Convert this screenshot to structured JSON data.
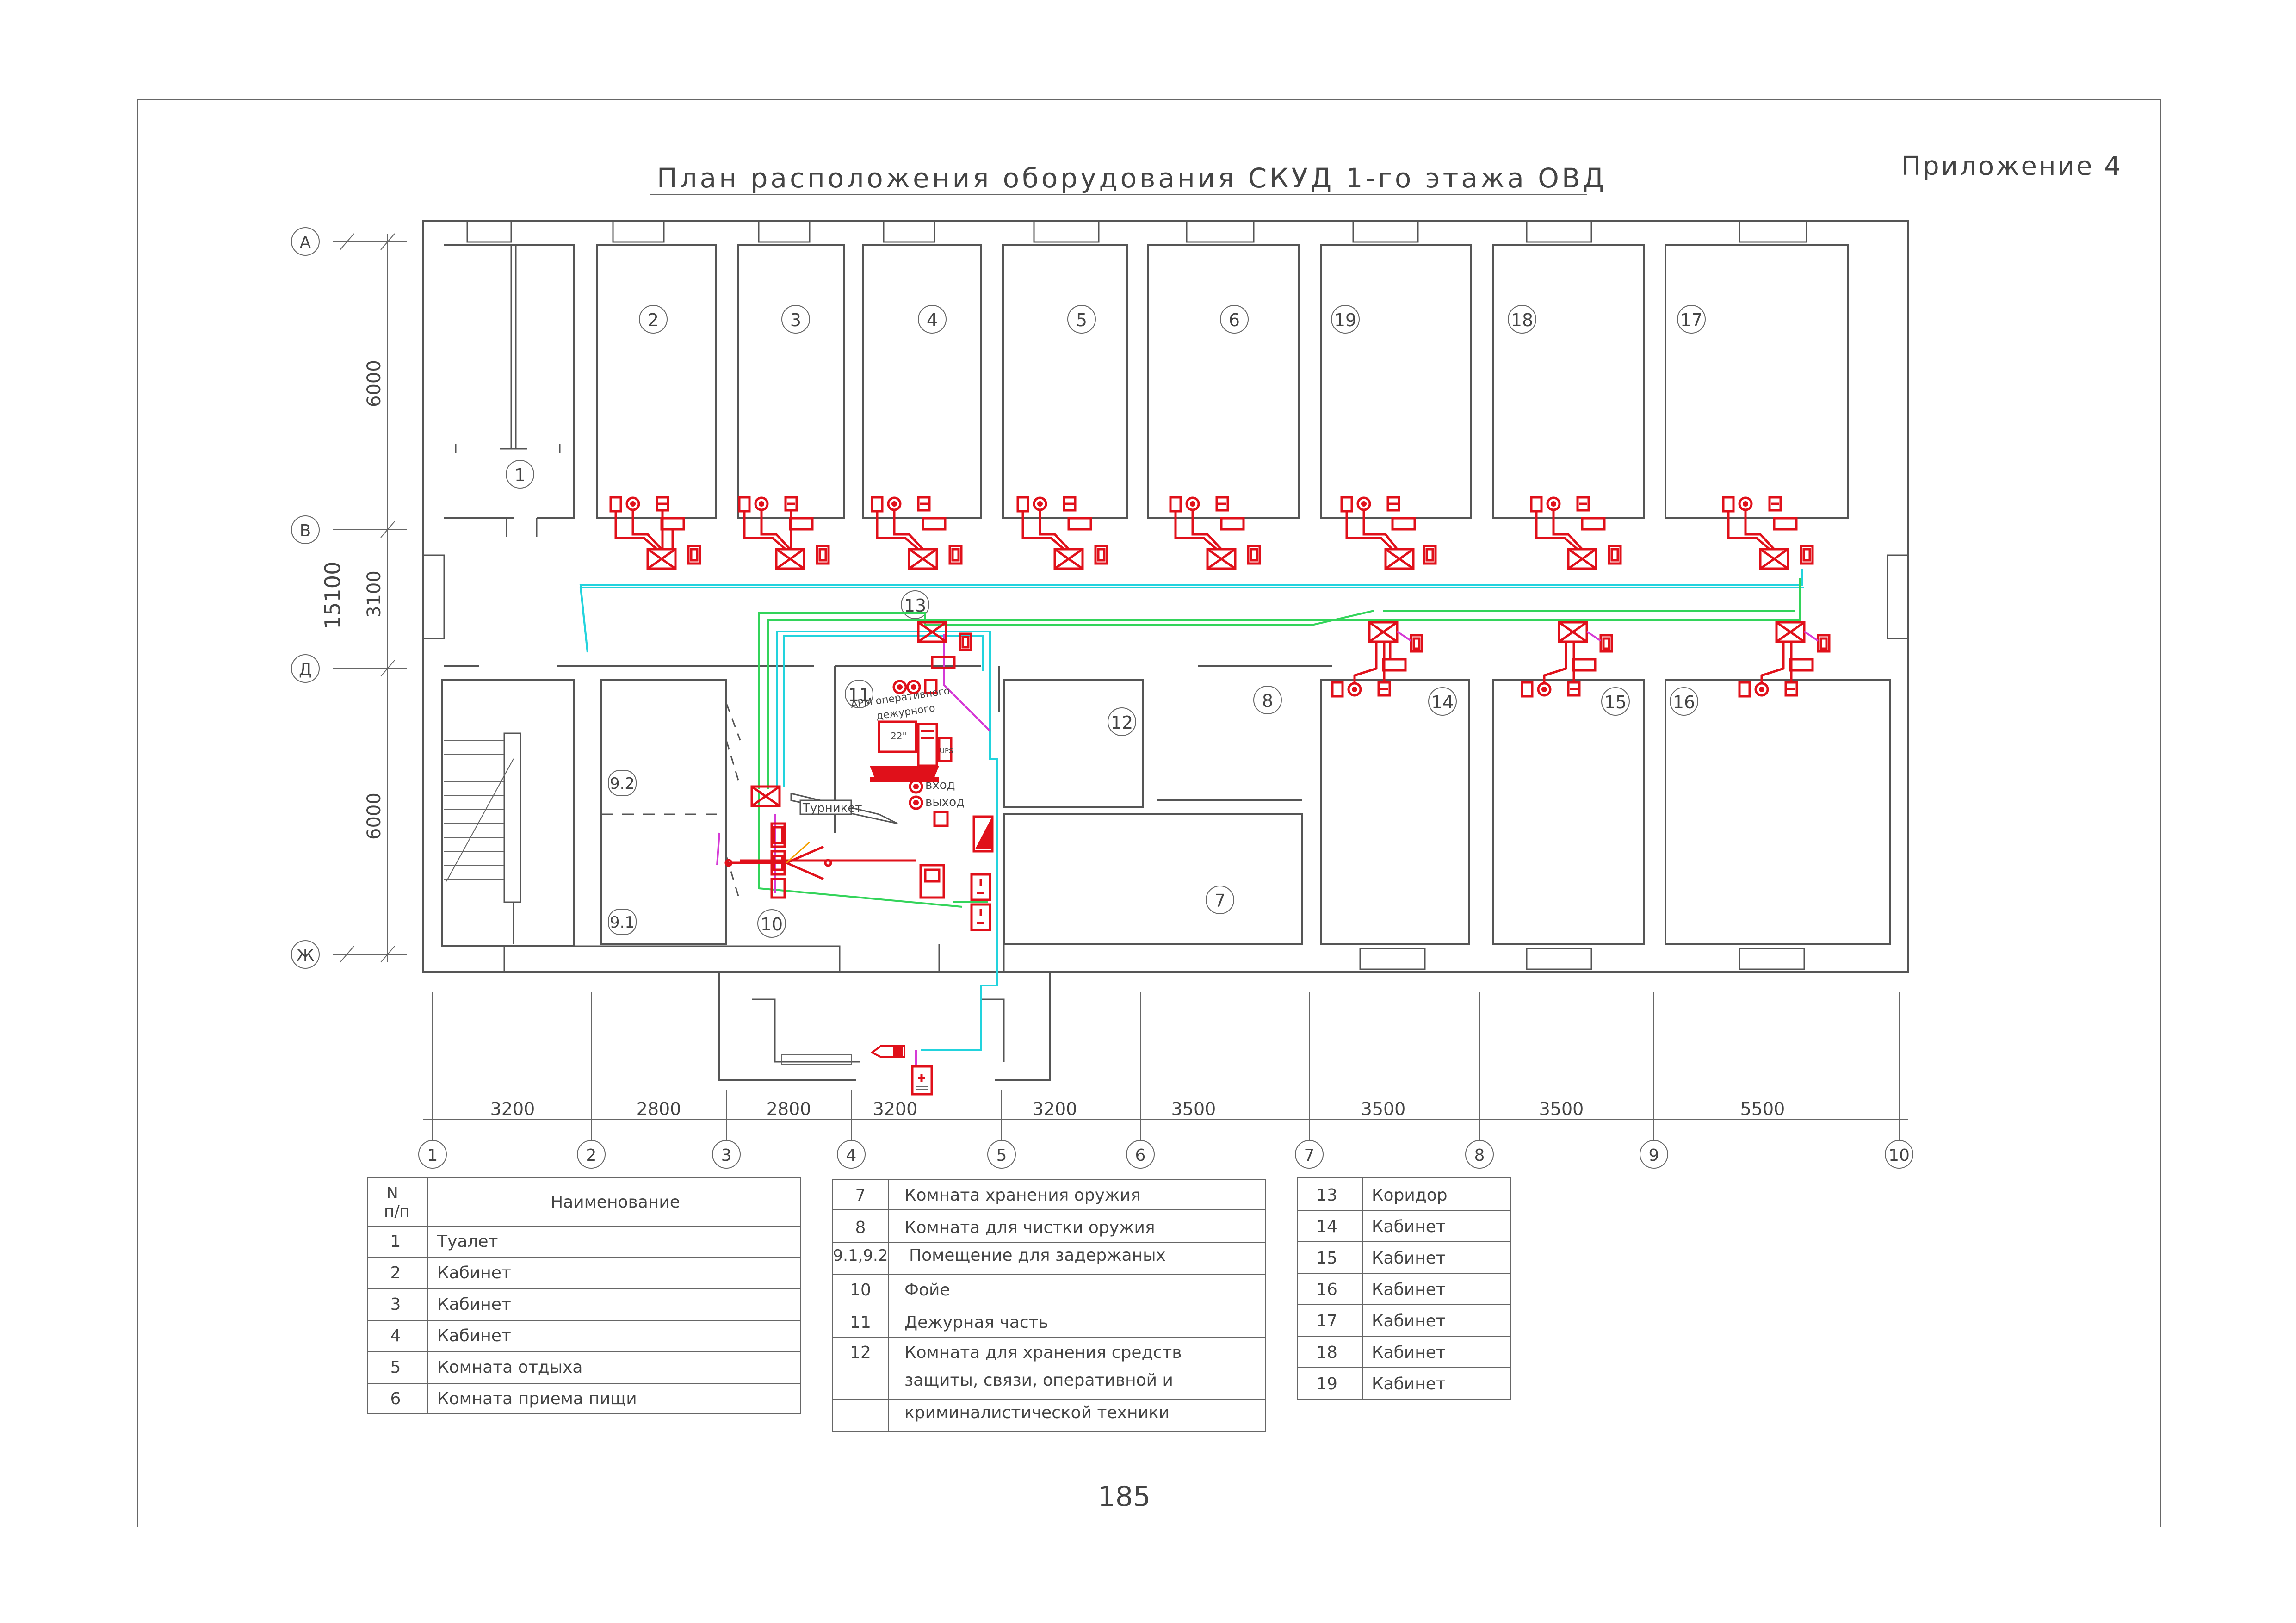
{
  "header": {
    "title": "План расположения оборудования СКУД 1-го этажа ОВД",
    "appendix": "Приложение 4"
  },
  "page_number": "185",
  "axes_letters": [
    "А",
    "В",
    "Д",
    "Ж"
  ],
  "axes_numbers": [
    "1",
    "2",
    "3",
    "4",
    "5",
    "6",
    "7",
    "8",
    "9",
    "10"
  ],
  "dimensions": {
    "vertical_total": "15100",
    "vertical_parts": [
      "6000",
      "3100",
      "6000"
    ],
    "horizontal": [
      "3200",
      "2800",
      "2800",
      "3200",
      "3200",
      "3500",
      "3500",
      "3500",
      "5500"
    ]
  },
  "room_numbers": {
    "r1": "1",
    "r2": "2",
    "r3": "3",
    "r4": "4",
    "r5": "5",
    "r6": "6",
    "r19": "19",
    "r18": "18",
    "r17": "17",
    "r13": "13",
    "r14": "14",
    "r15": "15",
    "r16": "16",
    "r12": "12",
    "r8": "8",
    "r11": "11",
    "r7": "7",
    "r10": "10",
    "r92": "9.2",
    "r91": "9.1"
  },
  "labels": {
    "arm": "АРМ оперативного",
    "arm2": "дежурного",
    "monitor": "22\"",
    "ups": "UPS",
    "entry": "вход",
    "exit": "выход",
    "turnstile": "Турникет"
  },
  "legend": {
    "header_no": "N",
    "header_np": "п/п",
    "header_name": "Наименование",
    "table1": [
      {
        "no": "1",
        "name": "Туалет"
      },
      {
        "no": "2",
        "name": "Кабинет"
      },
      {
        "no": "3",
        "name": "Кабинет"
      },
      {
        "no": "4",
        "name": "Кабинет"
      },
      {
        "no": "5",
        "name": "Комната отдыха"
      },
      {
        "no": "6",
        "name": "Комната приема пищи"
      }
    ],
    "table2": [
      {
        "no": "7",
        "name": "Комната хранения оружия"
      },
      {
        "no": "8",
        "name": "Комната для чистки оружия"
      },
      {
        "no": "9.1,9.2",
        "name": "Помещение для задержаных"
      },
      {
        "no": "10",
        "name": "Фойе"
      },
      {
        "no": "11",
        "name": "Дежурная часть"
      },
      {
        "no": "12",
        "name": "Комната для хранения средств"
      },
      {
        "no": "",
        "name": "защиты, связи, оперативной и"
      },
      {
        "no": "",
        "name": "криминалистической техники"
      }
    ],
    "table3": [
      {
        "no": "13",
        "name": "Коридор"
      },
      {
        "no": "14",
        "name": "Кабинет"
      },
      {
        "no": "15",
        "name": "Кабинет"
      },
      {
        "no": "16",
        "name": "Кабинет"
      },
      {
        "no": "17",
        "name": "Кабинет"
      },
      {
        "no": "18",
        "name": "Кабинет"
      },
      {
        "no": "19",
        "name": "Кабинет"
      }
    ]
  },
  "colors": {
    "equipment": "#e0101a",
    "cable_cyan": "#22d3dd",
    "cable_green": "#33d45a",
    "cable_magenta": "#d53ad6",
    "lines": "#555555"
  }
}
